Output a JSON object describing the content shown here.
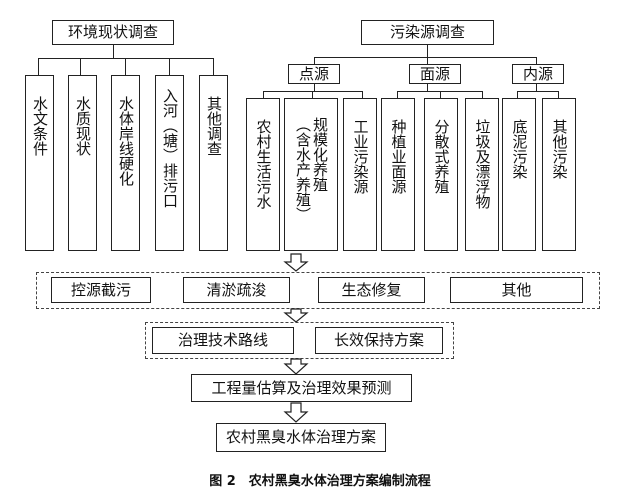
{
  "env_survey": {
    "title": "环境现状调查",
    "items": [
      "水文条件",
      "水质现状",
      "水体岸线硬化",
      "入河（塘）排污口",
      "其他调查"
    ]
  },
  "pollution_survey": {
    "title": "污染源调查",
    "groups": [
      {
        "title": "点源",
        "items": [
          "农村生活污水",
          "规模化养殖（含水产养殖）",
          "工业污染源"
        ]
      },
      {
        "title": "面源",
        "items": [
          "种植业面源",
          "分散式养殖",
          "垃圾及漂浮物"
        ]
      },
      {
        "title": "内源",
        "items": [
          "底泥污染",
          "其他污染"
        ]
      }
    ]
  },
  "measures": [
    "控源截污",
    "清淤疏浚",
    "生态修复",
    "其他"
  ],
  "plans": [
    "治理技术路线",
    "长效保持方案"
  ],
  "estimate": "工程量估算及治理效果预测",
  "final": "农村黑臭水体治理方案",
  "caption": "图 2　农村黑臭水体治理方案编制流程"
}
